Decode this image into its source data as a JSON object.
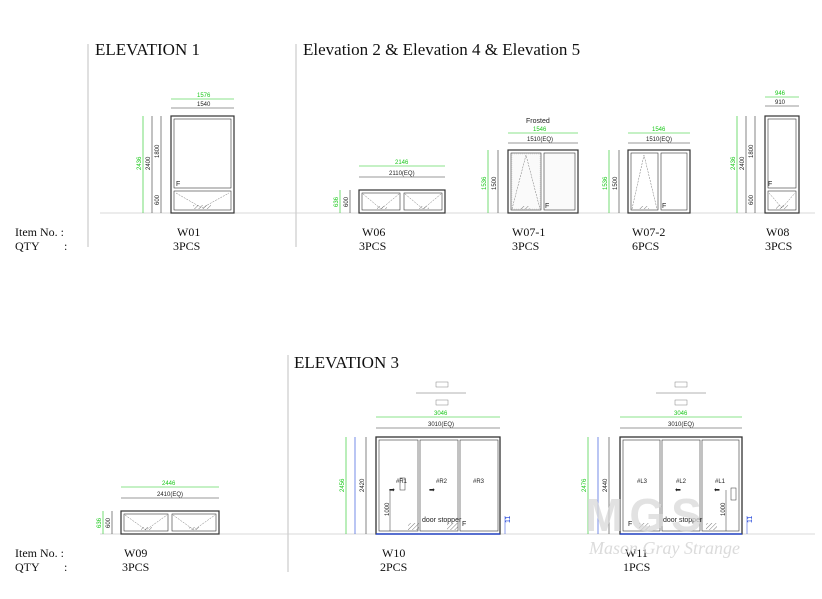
{
  "headings": {
    "elevation1": "ELEVATION 1",
    "elevation245": "Elevation 2 & Elevation 4 & Elevation 5",
    "elevation3": "ELEVATION 3"
  },
  "labels": {
    "item_no": "Item No. :",
    "qty": "QTY",
    "qty_colon": ":"
  },
  "windows": {
    "w01": {
      "item": "W01",
      "qty": "3PCS",
      "width_outer": "1576",
      "width_inner": "1540",
      "height_outer": "2436",
      "height_total": "2400",
      "height_top": "1800",
      "height_bottom": "600",
      "fixed": "F"
    },
    "w06": {
      "item": "W06",
      "qty": "3PCS",
      "width_outer": "2146",
      "width_inner": "2110(EQ)",
      "height_outer": "636",
      "height_inner": "600"
    },
    "w071": {
      "item": "W07-1",
      "qty": "3PCS",
      "note": "Frosted",
      "width_outer": "1546",
      "width_inner": "1510(EQ)",
      "height_outer": "1536",
      "height_inner": "1500",
      "fixed": "F"
    },
    "w072": {
      "item": "W07-2",
      "qty": "6PCS",
      "width_outer": "1546",
      "width_inner": "1510(EQ)",
      "height_outer": "1536",
      "height_inner": "1500",
      "fixed": "F"
    },
    "w08": {
      "item": "W08",
      "qty": "3PCS",
      "width_outer": "946",
      "width_inner": "910",
      "height_outer": "2436",
      "height_total": "2400",
      "height_top": "1800",
      "height_bottom": "600",
      "fixed": "F"
    },
    "w09": {
      "item": "W09",
      "qty": "3PCS",
      "width_outer": "2446",
      "width_inner": "2410(EQ)",
      "height_outer": "636",
      "height_inner": "600"
    },
    "w10": {
      "item": "W10",
      "qty": "2PCS",
      "width_outer": "3046",
      "width_inner": "3010(EQ)",
      "height_outer": "2456",
      "height_inner": "2420",
      "height_handle": "1000",
      "gap": "11",
      "panels": [
        "#R1",
        "#R2",
        "#R3"
      ],
      "stopper": "door stopper",
      "fixed": "F"
    },
    "w11": {
      "item": "W11",
      "qty": "1PCS",
      "width_outer": "3046",
      "width_inner": "3010(EQ)",
      "height_outer": "2476",
      "height_inner": "2440",
      "height_handle": "1000",
      "gap": "11",
      "panels": [
        "#L3",
        "#L2",
        "#L1"
      ],
      "stopper": "door stopper",
      "fixed": "F"
    }
  },
  "watermark": {
    "logo": "MGS",
    "name": "Mason Gray Strange"
  }
}
